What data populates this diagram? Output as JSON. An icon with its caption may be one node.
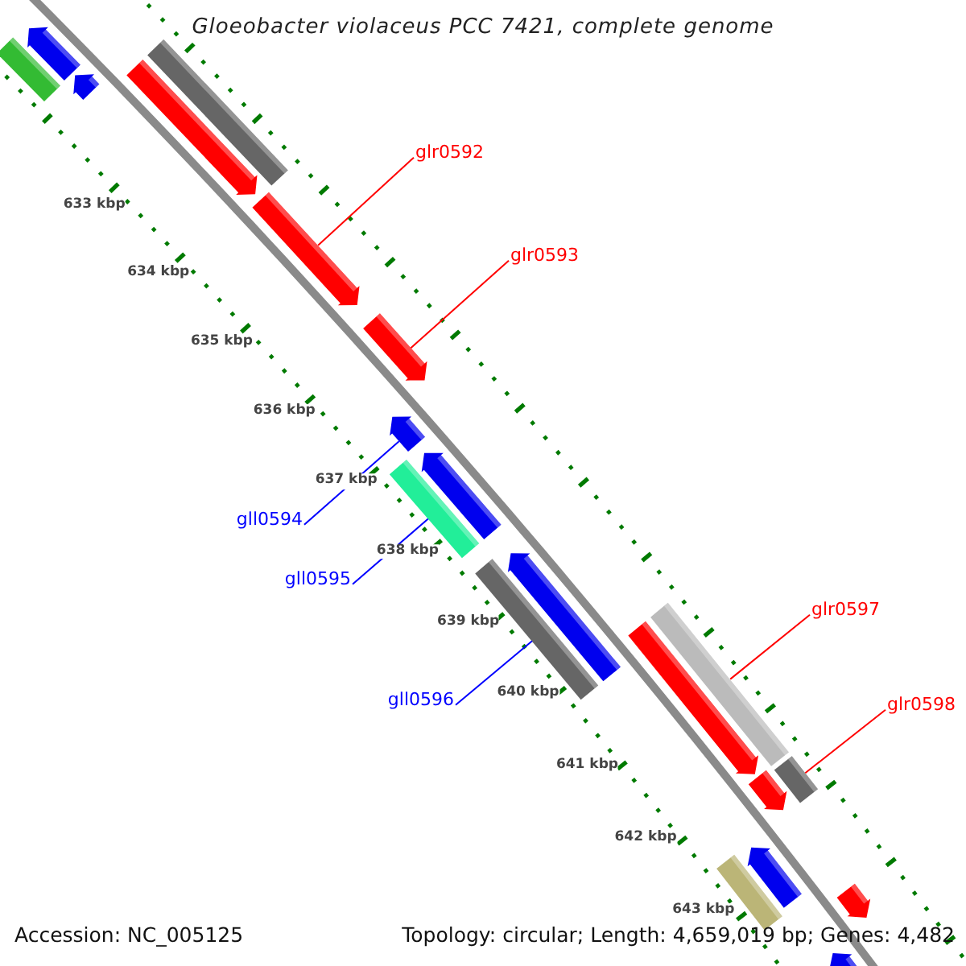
{
  "diagram": {
    "title": "Gloeobacter violaceus PCC 7421, complete genome",
    "nodes": [
      {
        "text": [],
        "shape": "bar"
      },
      {
        "text": [],
        "shape": "arrow"
      },
      {
        "text": [],
        "shape": "arrow"
      },
      {
        "text": [],
        "shape": "arrow"
      },
      {
        "text": [],
        "shape": "bar"
      },
      {
        "text": [],
        "shape": "arrow"
      },
      {
        "text": [],
        "shape": "arrow"
      },
      {
        "text": [],
        "shape": "arrow"
      },
      {
        "text": [],
        "shape": "arrow"
      },
      {
        "text": [],
        "shape": "bar"
      },
      {
        "text": [],
        "shape": "bar"
      },
      {
        "text": [],
        "shape": "arrow"
      },
      {
        "text": [],
        "shape": "arrow"
      },
      {
        "text": [],
        "shape": "bar"
      },
      {
        "text": [],
        "shape": "arrow"
      },
      {
        "text": [],
        "shape": "bar"
      },
      {
        "text": [],
        "shape": "bar"
      },
      {
        "text": [],
        "shape": "arrow"
      },
      {
        "text": [],
        "shape": "arrow"
      },
      {
        "text": [],
        "shape": "arrow"
      },
      {
        "text": [
          "glr0592"
        ]
      },
      {
        "text": [
          "glr0593"
        ]
      },
      {
        "text": [
          "gll0594"
        ]
      },
      {
        "text": [
          "gll0595"
        ]
      },
      {
        "text": [
          "gll0596"
        ]
      },
      {
        "text": [
          "glr0597"
        ]
      },
      {
        "text": [
          "glr0598"
        ]
      }
    ],
    "edges": [
      {
        "from": 20,
        "to": 5,
        "arrow": "none"
      },
      {
        "from": 21,
        "to": 6,
        "arrow": "none"
      },
      {
        "from": 22,
        "to": 7,
        "arrow": "none",
        "color": "#0000ff"
      },
      {
        "from": 23,
        "to": 9,
        "arrow": "none",
        "color": "#0000ff"
      },
      {
        "from": 24,
        "to": 10,
        "arrow": "none",
        "color": "#0000ff"
      },
      {
        "from": 25,
        "to": 13,
        "arrow": "none"
      },
      {
        "from": 26,
        "to": 15,
        "arrow": "none"
      }
    ],
    "labels": [
      "633 kbp",
      "634 kbp",
      "635 kbp",
      "636 kbp",
      "637 kbp",
      "638 kbp",
      "639 kbp",
      "640 kbp",
      "641 kbp",
      "642 kbp",
      "643 kbp",
      "Accession: NC_005125",
      "Topology: circular; Length: 4,659,019 bp; Genes: 4,482"
    ]
  }
}
